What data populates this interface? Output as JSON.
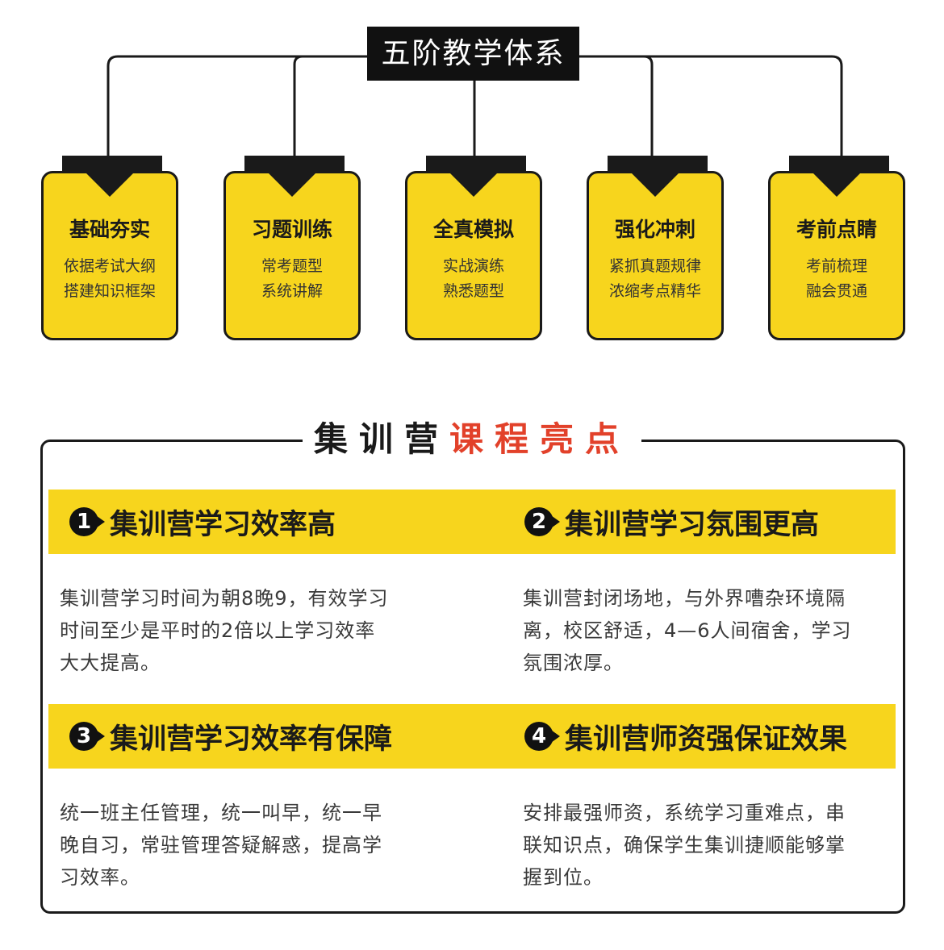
{
  "tree": {
    "root": "五阶教学体系",
    "stages": [
      {
        "title": "基础夯实",
        "lines": [
          "依据考试大纲",
          "搭建知识框架"
        ]
      },
      {
        "title": "习题训练",
        "lines": [
          "常考题型",
          "系统讲解"
        ]
      },
      {
        "title": "全真模拟",
        "lines": [
          "实战演练",
          "熟悉题型"
        ]
      },
      {
        "title": "强化冲刺",
        "lines": [
          "紧抓真题规律",
          "浓缩考点精华"
        ]
      },
      {
        "title": "考前点睛",
        "lines": [
          "考前梳理",
          "融会贯通"
        ]
      }
    ]
  },
  "highlights": {
    "heading_black": "集训营",
    "heading_red": "课程亮点",
    "colors": {
      "accent": "#f7d51d",
      "heading_red": "#e2412a"
    },
    "items": [
      {
        "num": "1",
        "title": "集训营学习效率高",
        "lines": [
          "集训营学习时间为朝8晚9，有效学习",
          "时间至少是平时的2倍以上学习效率",
          "大大提高。"
        ]
      },
      {
        "num": "2",
        "title": "集训营学习氛围更高",
        "lines": [
          "集训营封闭场地，与外界嘈杂环境隔",
          "离，校区舒适，4—6人间宿舍，学习",
          "氛围浓厚。"
        ]
      },
      {
        "num": "3",
        "title": "集训营学习效率有保障",
        "lines": [
          "统一班主任管理，统一叫早，统一早",
          "晚自习，常驻管理答疑解惑，提高学",
          "习效率。"
        ]
      },
      {
        "num": "4",
        "title": "集训营师资强保证效果",
        "lines": [
          "安排最强师资，系统学习重难点，串",
          "联知识点，确保学生集训捷顺能够掌",
          "握到位。"
        ]
      }
    ]
  }
}
